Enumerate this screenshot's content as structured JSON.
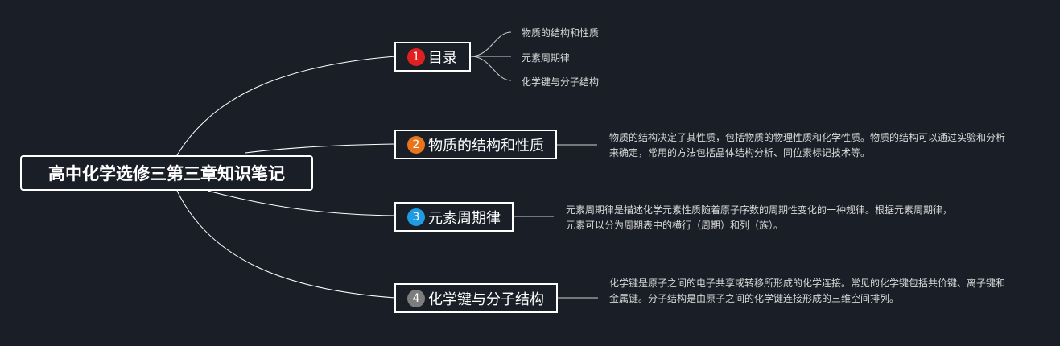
{
  "root": {
    "title": "高中化学选修三第三章知识笔记"
  },
  "topics": [
    {
      "number": "1",
      "label": "目录",
      "badge_color": "#e02020"
    },
    {
      "number": "2",
      "label": "物质的结构和性质",
      "badge_color": "#e8751c"
    },
    {
      "number": "3",
      "label": "元素周期律",
      "badge_color": "#1f9be0"
    },
    {
      "number": "4",
      "label": "化学键与分子结构",
      "badge_color": "#7d7d7d"
    }
  ],
  "toc_items": [
    "物质的结构和性质",
    "元素周期律",
    "化学键与分子结构"
  ],
  "descriptions": [
    "物质的结构决定了其性质，包括物质的物理性质和化学性质。物质的结构可以通过实验和分析来确定，常用的方法包括晶体结构分析、同位素标记技术等。",
    "元素周期律是描述化学元素性质随着原子序数的周期性变化的一种规律。根据元素周期律，元素可以分为周期表中的横行（周期）和列（族）。",
    "化学键是原子之间的电子共享或转移所形成的化学连接。常见的化学键包括共价键、离子键和金属键。分子结构是由原子之间的化学键连接形成的三维空间排列。"
  ],
  "colors": {
    "background": "#1a1f27",
    "line": "#ffffff",
    "text": "#ffffff"
  }
}
